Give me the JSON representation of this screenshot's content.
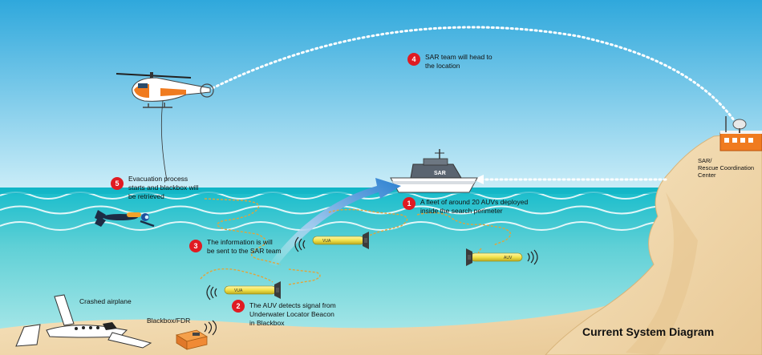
{
  "colors": {
    "sky_top": "#2fa8dc",
    "sky_bottom": "#cdeef8",
    "sea_surface": "#19c1cf",
    "sea_deep": "#7fd9dd",
    "sand": "#f4ddb6",
    "badge_red": "#e01b22",
    "auv_yellow": "#f2e24a",
    "arrow_blue": "#2b7fd0",
    "route_orange": "#e2a43a"
  },
  "steps": [
    {
      "number": "1",
      "text": "A fleet of around 20 AUVs deployed\ninside the search perimeter"
    },
    {
      "number": "2",
      "text": "The AUV detects signal from\nUnderwater Locator Beacon\nin Blackbox"
    },
    {
      "number": "3",
      "text": "The information is will\nbe sent to the SAR team"
    },
    {
      "number": "4",
      "text": "SAR team will head to\nthe location"
    },
    {
      "number": "5",
      "text": "Evacuation process\nstarts and blackbox will\nbe retrieved"
    }
  ],
  "labels": {
    "rescue_center": "SAR/\nRescue Coordination\nCenter",
    "crashed_airplane": "Crashed airplane",
    "blackbox": "Blackbox/FDR",
    "ship_marking": "SAR",
    "auv_1": "VUA",
    "auv_2": "VUA",
    "auv_3": "AUV",
    "diagram_title": "Current System Diagram"
  },
  "icons": [
    "helicopter-icon",
    "ship-icon",
    "radar-dish-icon",
    "diver-icon",
    "auv-icon",
    "airplane-wreck-icon",
    "blackbox-icon",
    "sonar-wave-icon"
  ]
}
